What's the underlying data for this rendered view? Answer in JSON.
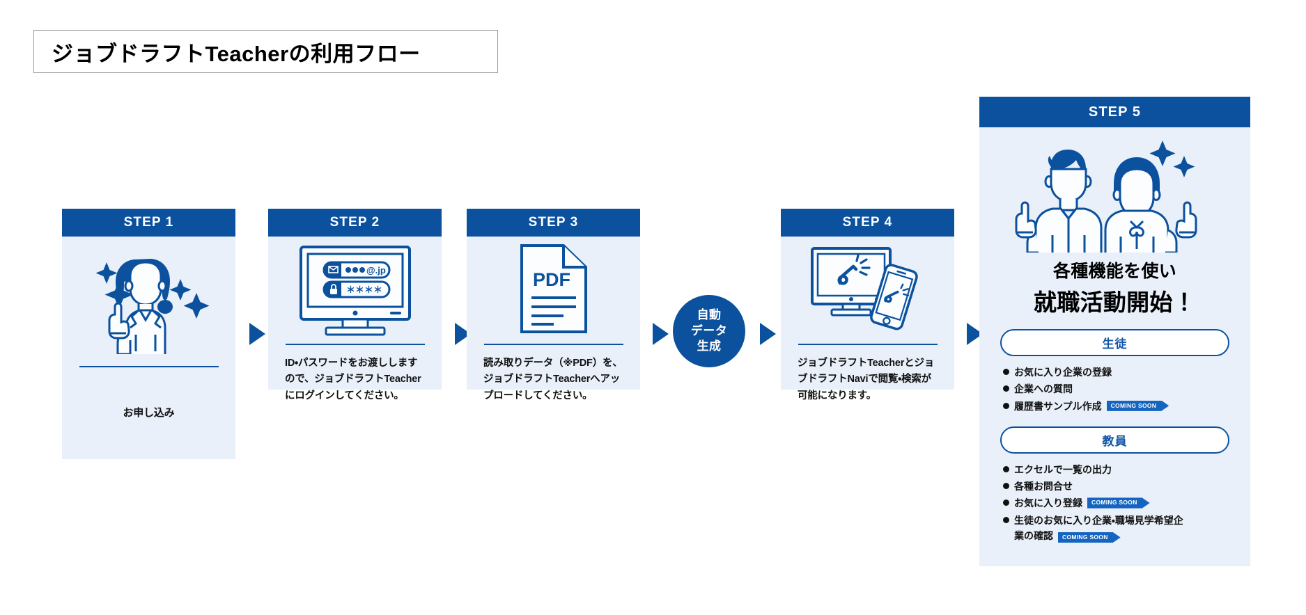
{
  "title": "ジョブドラフトTeacherの利用フロー",
  "colors": {
    "brand_blue": "#0b519e",
    "card_bg": "#e9f0f9",
    "badge_blue": "#1565c0",
    "page_bg": "#ffffff"
  },
  "steps": [
    {
      "header": "STEP 1",
      "icon": "woman-pointing-up-sparkles-illustration",
      "has_rule": true,
      "description": "お申し込み"
    },
    {
      "header": "STEP 2",
      "icon": "monitor-login-form-icon",
      "icon_fields": {
        "email_value": "●●●@.jp",
        "password_value": "＊＊＊＊"
      },
      "has_rule": true,
      "description": "ID・パスワードをお渡ししますので、ジョブドラフトTeacherにログインしてください。"
    },
    {
      "header": "STEP 3",
      "icon": "pdf-document-icon",
      "icon_label": "PDF",
      "has_rule": true,
      "description": "読み取りデータ（※PDF）を、ジョブドラフトTeacherへアップロードしてください。"
    },
    {
      "header": "STEP 4",
      "icon": "monitor-and-smartphone-icon",
      "has_rule": true,
      "description": "ジョブドラフトTeacherとジョブドラフトNaviで閲覧・検索が可能になります。"
    }
  ],
  "auto_node": {
    "lines": [
      "自動",
      "データ",
      "生成"
    ]
  },
  "arrows": [
    "arrow-1",
    "arrow-2",
    "arrow-3",
    "arrow-4",
    "arrow-5"
  ],
  "step5": {
    "header": "STEP 5",
    "icon": "two-students-pointing-up-sparkles-illustration",
    "heading_line1": "各種機能を使い",
    "heading_line2": "就職活動開始！",
    "groups": [
      {
        "pill": "生徒",
        "items": [
          {
            "text": "お気に入り企業の登録",
            "badge": null
          },
          {
            "text": "企業への質問",
            "badge": null
          },
          {
            "text": "履歴書サンプル作成",
            "badge": "COMING SOON"
          }
        ]
      },
      {
        "pill": "教員",
        "items": [
          {
            "text": "エクセルで一覧の出力",
            "badge": null
          },
          {
            "text": "各種お問合せ",
            "badge": null
          },
          {
            "text": "お気に入り登録",
            "badge": "COMING SOON"
          },
          {
            "text": "生徒のお気に入り企業・職場見学希望企",
            "text2": "業の確認",
            "badge": "COMING SOON"
          }
        ]
      }
    ]
  }
}
